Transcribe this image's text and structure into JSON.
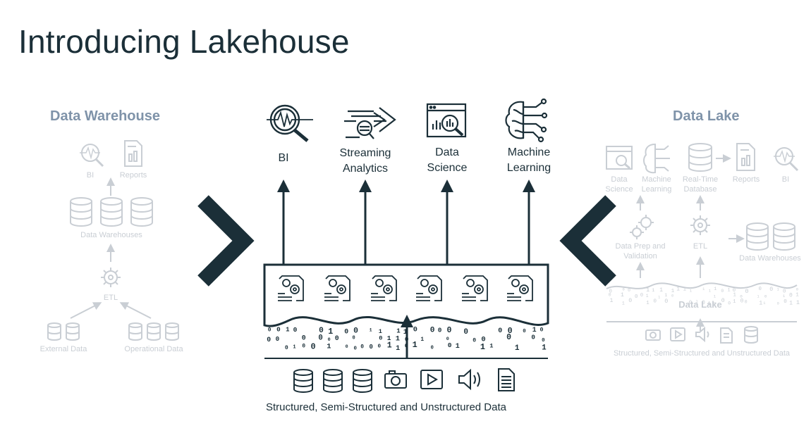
{
  "title": "Introducing Lakehouse",
  "warehouse": {
    "heading": "Data Warehouse",
    "bi": "BI",
    "reports": "Reports",
    "warehouses": "Data Warehouses",
    "etl": "ETL",
    "external": "External Data",
    "operational": "Operational Data"
  },
  "lake": {
    "heading": "Data Lake",
    "data_science_1": "Data",
    "data_science_2": "Science",
    "ml_1": "Machine",
    "ml_2": "Learning",
    "rtdb_1": "Real-Time",
    "rtdb_2": "Database",
    "reports": "Reports",
    "bi": "BI",
    "prep_1": "Data Prep and",
    "prep_2": "Validation",
    "etl": "ETL",
    "warehouses": "Data Warehouses",
    "lake_label": "Data Lake",
    "sources": "Structured, Semi-Structured and Unstructured Data"
  },
  "lakehouse": {
    "uses": [
      {
        "line1": "BI",
        "line2": ""
      },
      {
        "line1": "Streaming",
        "line2": "Analytics"
      },
      {
        "line1": "Data",
        "line2": "Science"
      },
      {
        "line1": "Machine",
        "line2": "Learning"
      }
    ],
    "sources": "Structured, Semi-Structured and Unstructured Data"
  },
  "colors": {
    "dark": "#1b2f38",
    "faded": "#c9ced4",
    "heading": "#7f93a9"
  },
  "icons": [
    "bi-icon",
    "streaming-icon",
    "data-science-icon",
    "machine-learning-icon",
    "gear-icon",
    "database-icon",
    "camera-icon",
    "video-icon",
    "audio-icon",
    "document-icon"
  ]
}
